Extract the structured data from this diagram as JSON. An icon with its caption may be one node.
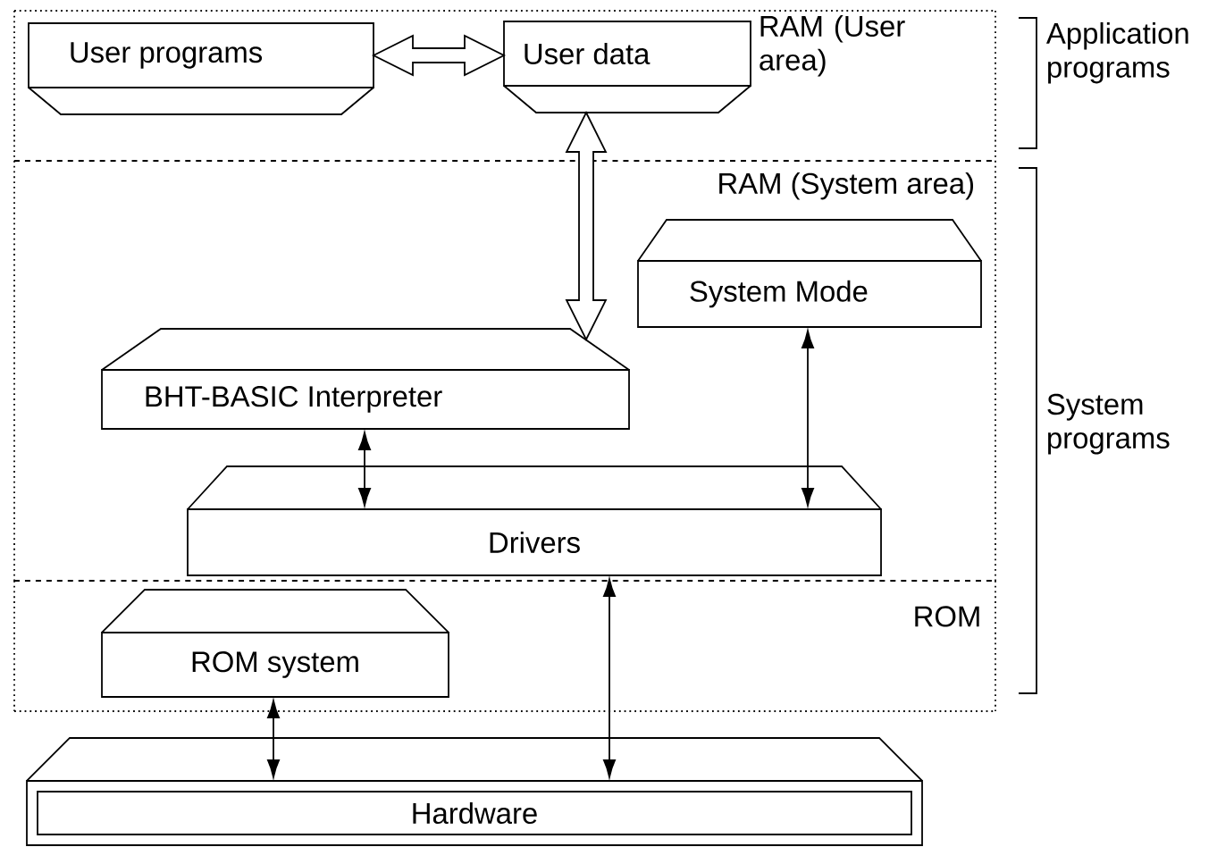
{
  "diagram": {
    "nodes": [
      {
        "text": [
          "RAM (User area)"
        ]
      },
      {
        "text": [
          "User programs"
        ],
        "in": 0
      },
      {
        "text": [
          "User data"
        ],
        "in": 0
      },
      {
        "text": [
          "RAM (System area)"
        ]
      },
      {
        "text": [
          "BHT-BASIC Interpreter"
        ],
        "in": 3
      },
      {
        "text": [
          "System Mode"
        ],
        "in": 3
      },
      {
        "text": [
          "Drivers"
        ],
        "in": 3
      },
      {
        "text": [
          "ROM"
        ]
      },
      {
        "text": [
          "ROM system"
        ],
        "in": 7
      },
      {
        "text": [
          "Hardware"
        ]
      }
    ],
    "edges": [
      {
        "from": 1,
        "to": 2,
        "arrow": "both",
        "style": "thick"
      },
      {
        "from": 2,
        "to": 4,
        "arrow": "both",
        "style": "thick"
      },
      {
        "from": 4,
        "to": 6,
        "arrow": "both"
      },
      {
        "from": 5,
        "to": 6,
        "arrow": "both"
      },
      {
        "from": 6,
        "to": 9,
        "arrow": "both"
      },
      {
        "from": 8,
        "to": 9,
        "arrow": "both"
      }
    ],
    "labels": [
      "Application programs",
      "System programs"
    ]
  }
}
